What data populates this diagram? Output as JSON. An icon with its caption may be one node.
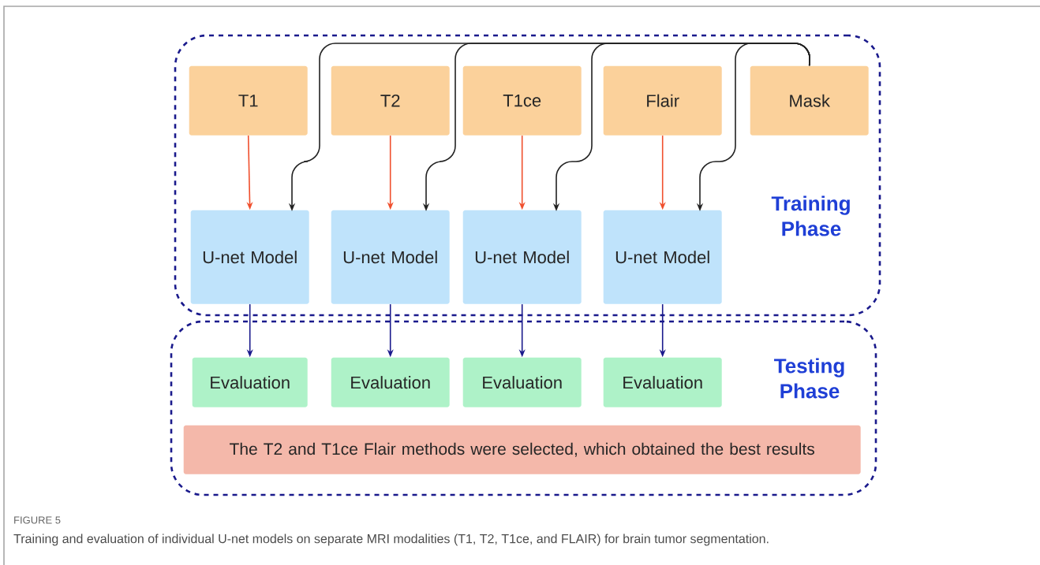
{
  "diagram": {
    "caption": "Training and evaluation of individual U-net models on separate MRI modalities (T1, T2, T1ce, and FLAIR) for brain tumor segmentation.",
    "nodes": [
      {
        "text": [
          "Training Phase"
        ]
      },
      {
        "text": [
          "Testing Phase"
        ]
      },
      {
        "text": [
          "T1"
        ],
        "in": 0
      },
      {
        "text": [
          "T2"
        ],
        "in": 0
      },
      {
        "text": [
          "T1ce"
        ],
        "in": 0
      },
      {
        "text": [
          "Flair"
        ],
        "in": 0
      },
      {
        "text": [
          "Mask"
        ],
        "in": 0
      },
      {
        "text": [
          "U-net Model"
        ],
        "in": 0
      },
      {
        "text": [
          "U-net Model"
        ],
        "in": 0
      },
      {
        "text": [
          "U-net Model"
        ],
        "in": 0
      },
      {
        "text": [
          "U-net Model"
        ],
        "in": 0
      },
      {
        "text": [
          "Evaluation"
        ],
        "in": 1
      },
      {
        "text": [
          "Evaluation"
        ],
        "in": 1
      },
      {
        "text": [
          "Evaluation"
        ],
        "in": 1
      },
      {
        "text": [
          "Evaluation"
        ],
        "in": 1
      },
      {
        "text": [
          "The T2 and T1ce Flair methods were selected, which obtained the best results"
        ],
        "in": 1
      }
    ],
    "edges": [
      {
        "from": 2,
        "to": 7,
        "arrow": "to",
        "color": "#f0502e"
      },
      {
        "from": 3,
        "to": 8,
        "arrow": "to",
        "color": "#f0502e"
      },
      {
        "from": 4,
        "to": 9,
        "arrow": "to",
        "color": "#f0502e"
      },
      {
        "from": 5,
        "to": 10,
        "arrow": "to",
        "color": "#f0502e"
      },
      {
        "from": 6,
        "to": 7,
        "arrow": "to",
        "color": "#222222"
      },
      {
        "from": 6,
        "to": 8,
        "arrow": "to",
        "color": "#222222"
      },
      {
        "from": 6,
        "to": 9,
        "arrow": "to",
        "color": "#222222"
      },
      {
        "from": 6,
        "to": 10,
        "arrow": "to",
        "color": "#222222"
      },
      {
        "from": 7,
        "to": 11,
        "arrow": "to",
        "color": "#1a1a8c"
      },
      {
        "from": 8,
        "to": 12,
        "arrow": "to",
        "color": "#1a1a8c"
      },
      {
        "from": 9,
        "to": 13,
        "arrow": "to",
        "color": "#1a1a8c"
      },
      {
        "from": 10,
        "to": 14,
        "arrow": "to",
        "color": "#1a1a8c"
      }
    ],
    "labels": [
      "FIGURE 5"
    ]
  }
}
